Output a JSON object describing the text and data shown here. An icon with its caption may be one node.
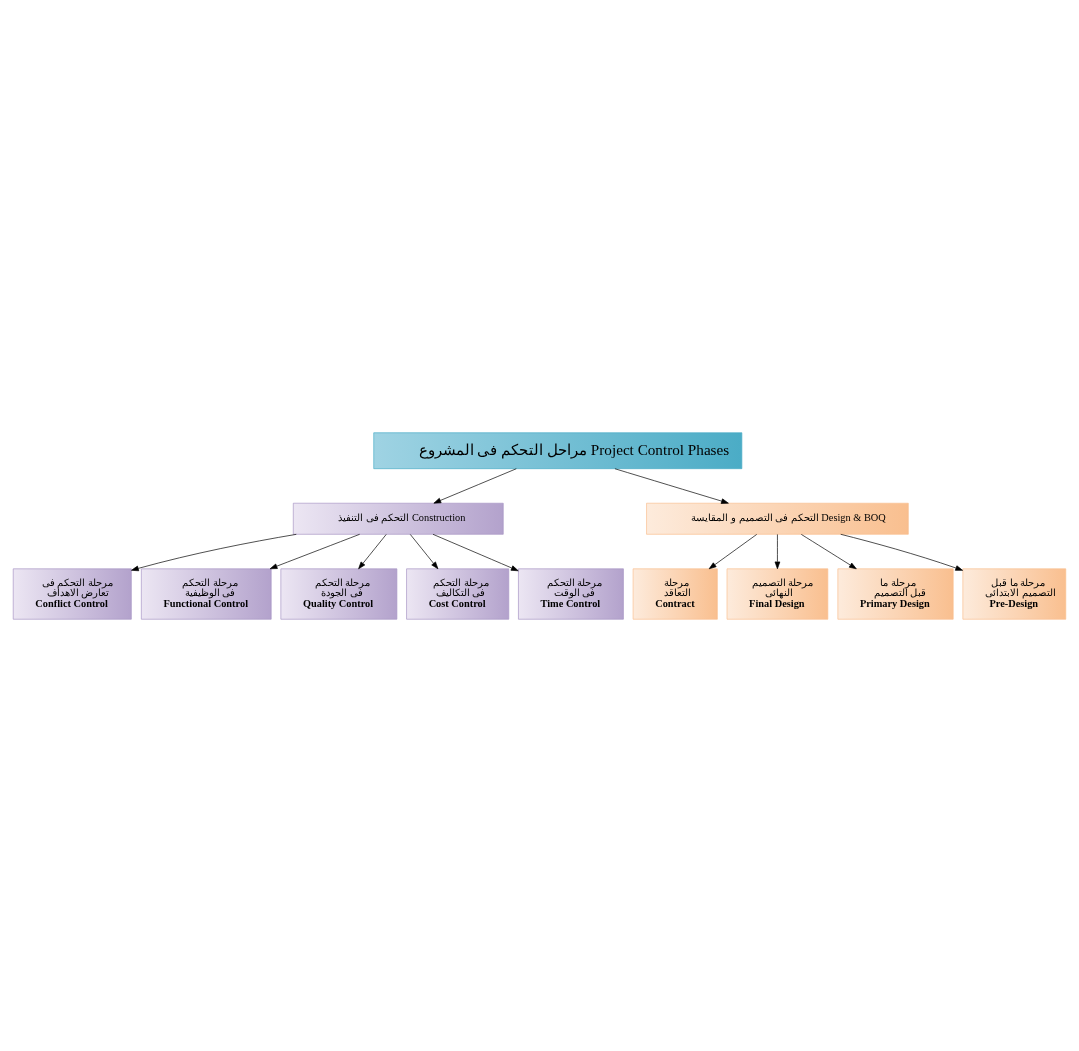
{
  "diagram": {
    "nodes": [
      {
        "text": [
          "مراحل التحكم فى المشروع Project Control Phases"
        ]
      },
      {
        "text": [
          "التحكم فى التنفيذ Construction"
        ]
      },
      {
        "text": [
          "التحكم فى التصميم و المقايسة Design & BOQ"
        ]
      },
      {
        "text": [
          "مرحلة التحكم فى تعارض الاهداف",
          "Conflict Control"
        ]
      },
      {
        "text": [
          "مرحلة التحكم فى الوظيفية",
          "Functional Control"
        ]
      },
      {
        "text": [
          "مرحلة التحكم فى الجودة",
          "Quality Control"
        ]
      },
      {
        "text": [
          "مرحلة التحكم فى التكاليف",
          "Cost Control"
        ]
      },
      {
        "text": [
          "مرحلة التحكم فى الوقت",
          "Time Control"
        ]
      },
      {
        "text": [
          "مرحلة التعاقد",
          "Contract"
        ]
      },
      {
        "text": [
          "مرحلة التصميم النهائى",
          "Final Design"
        ]
      },
      {
        "text": [
          "مرحلة ما قبل التصميم",
          "Primary Design"
        ]
      },
      {
        "text": [
          "مرحلة ما قبل التصميم الابتدائى",
          "Pre-Design"
        ]
      }
    ],
    "edges": [
      {
        "from": 0,
        "to": 1,
        "arrow": "to"
      },
      {
        "from": 0,
        "to": 2,
        "arrow": "to"
      },
      {
        "from": 1,
        "to": 3,
        "arrow": "to"
      },
      {
        "from": 1,
        "to": 4,
        "arrow": "to"
      },
      {
        "from": 1,
        "to": 5,
        "arrow": "to"
      },
      {
        "from": 1,
        "to": 6,
        "arrow": "to"
      },
      {
        "from": 1,
        "to": 7,
        "arrow": "to"
      },
      {
        "from": 2,
        "to": 8,
        "arrow": "to"
      },
      {
        "from": 2,
        "to": 9,
        "arrow": "to"
      },
      {
        "from": 2,
        "to": 10,
        "arrow": "to"
      },
      {
        "from": 2,
        "to": 11,
        "arrow": "to"
      }
    ]
  }
}
